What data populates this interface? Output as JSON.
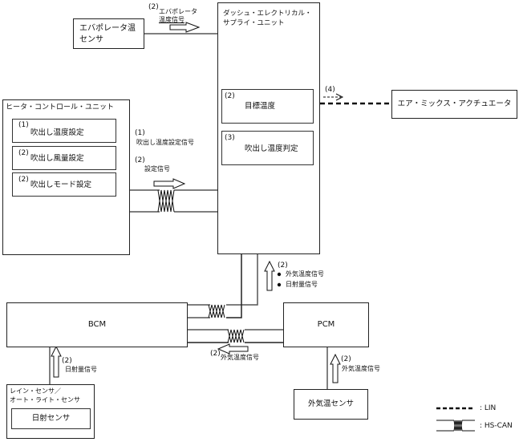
{
  "components": {
    "evap_sensor": {
      "label_line1": "エバポレータ温",
      "label_line2": "センサ"
    },
    "dsu": {
      "title_line1": "ダッシュ・エレクトリカル・",
      "title_line2": "サプライ・ユニット",
      "target_temp": {
        "step": "(2)",
        "label": "目標温度"
      },
      "outlet_temp_judgement": {
        "step": "(3)",
        "label": "吹出し温度判定"
      }
    },
    "air_mix_actuator": {
      "label": "エア・ミックス・アクチュエータ"
    },
    "heater_control_unit": {
      "title": "ヒータ・コントロール・ユニット",
      "items": [
        {
          "step": "(1)",
          "label": "吹出し温度設定"
        },
        {
          "step": "(2)",
          "label": "吹出し風量設定"
        },
        {
          "step": "(2)",
          "label": "吹出しモード設定"
        }
      ]
    },
    "bcm": {
      "label": "BCM"
    },
    "pcm": {
      "label": "PCM"
    },
    "rain_light_sensor": {
      "title_line1": "レイン・センサ／",
      "title_line2": "オート・ライト・センサ",
      "inner_label": "日射センサ"
    },
    "ambient_sensor": {
      "label": "外気温センサ"
    }
  },
  "signals": {
    "evap_temp": {
      "step": "(2)",
      "line1": "エバポレータ",
      "line2": "温度信号"
    },
    "outlet_temp_setting": {
      "step": "(1)",
      "label": "吹出し温度設定信号"
    },
    "setting": {
      "step": "(2)",
      "label": "設定信号"
    },
    "lin_to_actuator": {
      "step": "(4)"
    },
    "bcm_to_dsu": {
      "step": "(2)",
      "items": [
        "外気温度信号",
        "日射量信号"
      ]
    },
    "pcm_to_bcm": {
      "step": "(2)",
      "label": "外気温度信号"
    },
    "solar_to_bcm": {
      "step": "(2)",
      "label": "日射量信号"
    },
    "ambient_to_pcm": {
      "step": "(2)",
      "label": "外気温度信号"
    }
  },
  "legend": {
    "lin": ": LIN",
    "hs_can": ": HS-CAN"
  },
  "colors": {
    "line": "#222222",
    "can_line": "#555555"
  }
}
